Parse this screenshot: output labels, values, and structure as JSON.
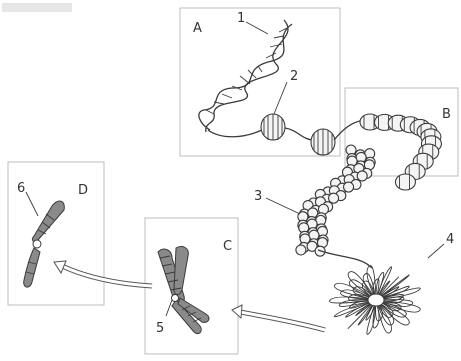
{
  "labels": {
    "num1": "1",
    "num2": "2",
    "num3": "3",
    "num4": "4",
    "num5": "5",
    "num6": "6",
    "panelA": "A",
    "panelB": "B",
    "panelC": "C",
    "panelD": "D"
  }
}
